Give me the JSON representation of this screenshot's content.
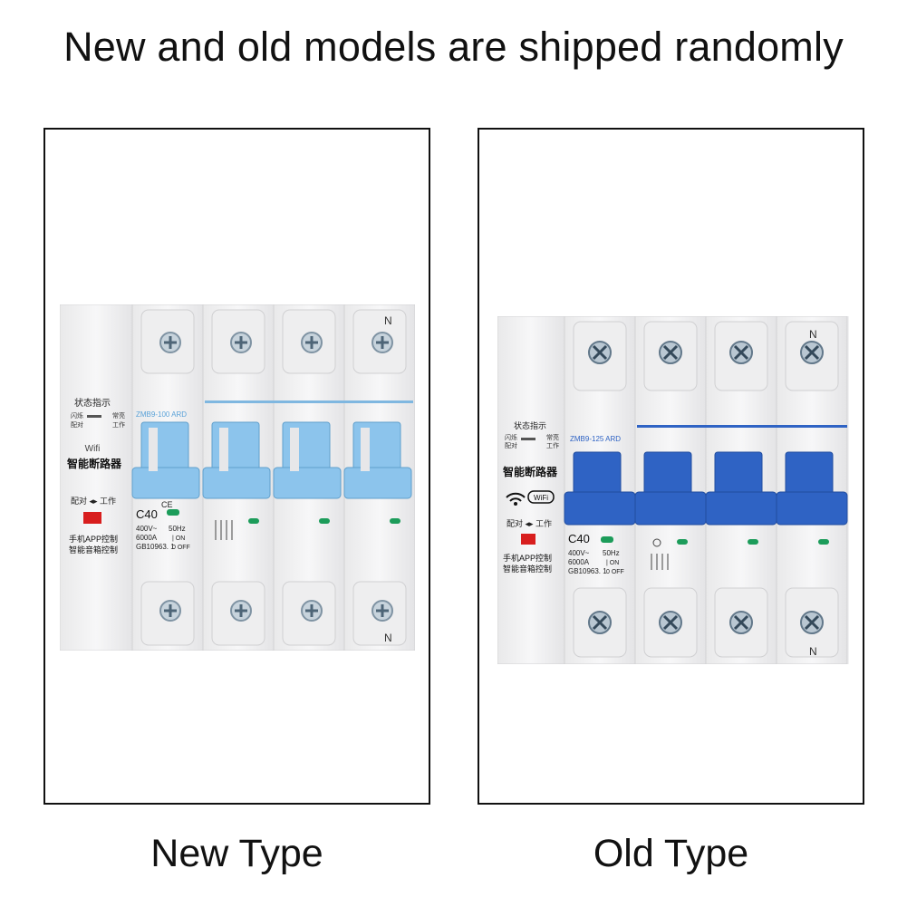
{
  "headline": "New and old models are shipped randomly",
  "captions": {
    "new": "New Type",
    "old": "Old Type"
  },
  "new_breaker": {
    "status_title": "状态指示",
    "status_left": [
      "闪烁",
      "配对"
    ],
    "status_right": [
      "常亮",
      "工作"
    ],
    "model": "ZMB9-100 ARD",
    "wifi": "Wifi",
    "brand": "智能断路器",
    "pair_label": "配对 ◂▸ 工作",
    "rating": "C40",
    "specs": [
      "400V~",
      "6000A",
      "GB10963. 1"
    ],
    "freq": "50Hz",
    "on_off": [
      "| ON",
      "0 OFF"
    ],
    "app_lines": [
      "手机APP控制",
      "智能音箱控制"
    ],
    "neutral": "N",
    "cert": "CE"
  },
  "old_breaker": {
    "status_title": "状态指示",
    "status_left": [
      "闪烁",
      "配对"
    ],
    "status_right": [
      "常亮",
      "工作"
    ],
    "model": "ZMB9-125 ARD",
    "wifi": "WiFi",
    "brand": "智能断路器",
    "pair_label": "配对 ◂▸ 工作",
    "rating": "C40",
    "specs": [
      "400V~",
      "6000A",
      "GB10963. 1"
    ],
    "freq": "50Hz",
    "on_off": [
      "| ON",
      "0 OFF"
    ],
    "app_lines": [
      "手机APP控制",
      "智能音箱控制"
    ],
    "neutral": "N"
  },
  "colors": {
    "new_handle": "#8cc4ec",
    "old_handle": "#2f63c4",
    "led": "#d81e1e",
    "indicator": "#1c9c5a"
  }
}
